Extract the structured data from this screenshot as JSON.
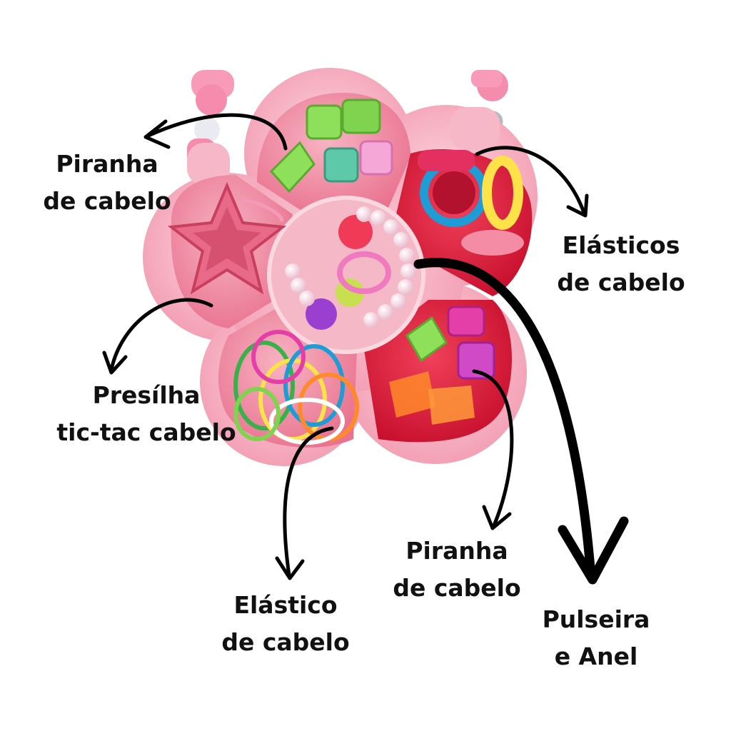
{
  "colors": {
    "case_light": "#f9c8d2",
    "case_mid": "#f4a0b4",
    "case_dark": "#ea6e8e",
    "bead_pink": "#f58cae",
    "pearl": "#f7e6ee",
    "green": "#7fd34e",
    "mint": "#5ec9a8",
    "red": "#e8233c",
    "blue": "#1f9bd6",
    "yellow": "#ffe14a",
    "magenta": "#e43fa8",
    "orange": "#ff8a2a",
    "purple": "#9b3fd1",
    "arrow": "#000000",
    "text": "#111111"
  },
  "labels": {
    "top_left": {
      "line1": "Piranha",
      "line2": "de cabelo"
    },
    "right": {
      "line1": "Elásticos",
      "line2": "de cabelo"
    },
    "left": {
      "line1": "Presílha",
      "line2": "tic-tac cabelo"
    },
    "bottom_left": {
      "line1": "Elástico",
      "line2": "de cabelo"
    },
    "bottom_mid": {
      "line1": "Piranha",
      "line2": "de cabelo"
    },
    "bottom_right": {
      "line1": "Pulseira",
      "line2": "e Anel"
    }
  }
}
